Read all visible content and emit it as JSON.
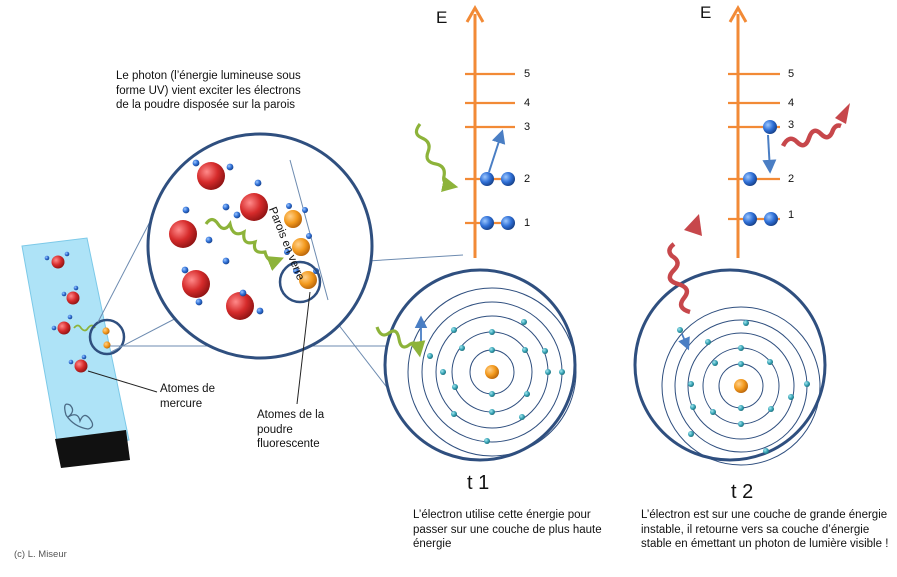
{
  "texts": {
    "photon_caption": "Le photon (l’énergie lumineuse sous forme UV) vient exciter les électrons de la poudre disposée sur la parois",
    "glass_wall": "Parois en verre",
    "mercury_atoms": "Atomes de mercure",
    "phosphor_atoms": "Atomes de la poudre fluorescente",
    "t1": "t 1",
    "t2": "t 2",
    "t1_caption": "L’électron utilise cette énergie pour passer sur une couche de plus haute énergie",
    "t2_caption": "L’électron est sur une couche de grande énergie instable, il retourne vers sa couche d’énergie stable en émettant un photon de lumière visible !",
    "energy_axis": "E",
    "copyright": "(c) L. Miseur"
  },
  "levels": [
    "1",
    "2",
    "3",
    "4",
    "5"
  ],
  "colors": {
    "axis": "#f28a36",
    "circle_stroke": "#2f4f7f",
    "tube_fill": "#aee3f7",
    "mercury": "#d62b2b",
    "phosphor": "#f39a1e",
    "electron": "#2f6fd6",
    "shell_electron": "#3aa7b9",
    "uv_photon": "#8db33a",
    "visible_photon": "#c7474b",
    "transition_arrow": "#4a7ec4"
  }
}
